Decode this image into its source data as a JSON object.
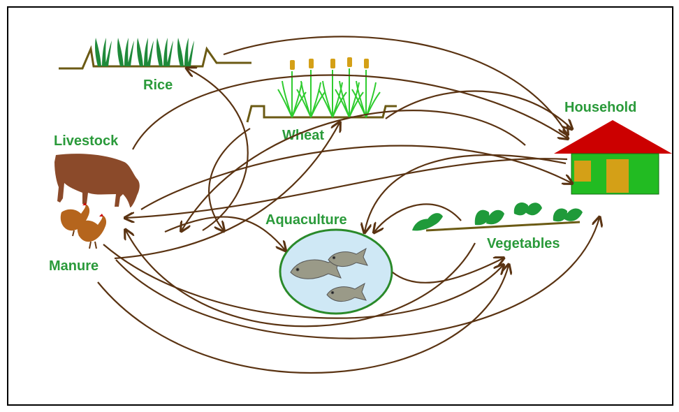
{
  "labels": {
    "rice": "Rice",
    "wheat": "Wheat",
    "livestock": "Livestock",
    "manure": "Manure",
    "aquaculture": "Aquaculture",
    "vegetables": "Vegetables",
    "household": "Household"
  },
  "colors": {
    "label": "#2a9a3a",
    "arrow": "#5a3312",
    "frame": "#000000",
    "soil": "#6b5a14",
    "plant": "#2fa84a",
    "roof": "#cc0000",
    "wall": "#22bb22",
    "door": "#d4a017",
    "cow": "#8b4a2a",
    "hen": "#b5651d",
    "pond": "#cfe8f5",
    "pond_border": "#2a8a2a",
    "fish": "#9a9a88"
  }
}
